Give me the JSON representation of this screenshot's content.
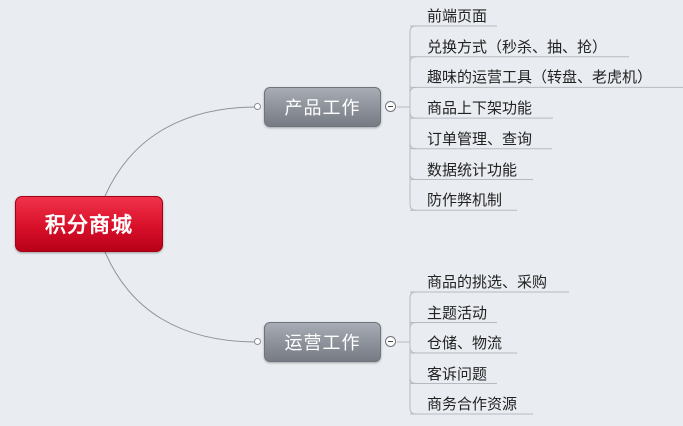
{
  "root": {
    "label": "积分商城"
  },
  "branches": [
    {
      "label": "产品工作",
      "items": [
        "前端页面",
        "兑换方式（秒杀、抽、抢）",
        "趣味的运营工具（转盘、老虎机）",
        "商品上下架功能",
        "订单管理、查询",
        "数据统计功能",
        "防作弊机制"
      ]
    },
    {
      "label": "运营工作",
      "items": [
        "商品的挑选、采购",
        "主题活动",
        "仓储、物流",
        "客诉问题",
        "商务合作资源"
      ]
    }
  ],
  "colors": {
    "background": "#e9ecf0",
    "root": "#d9102a",
    "branch": "#8b9099",
    "connector": "#8f939a"
  }
}
